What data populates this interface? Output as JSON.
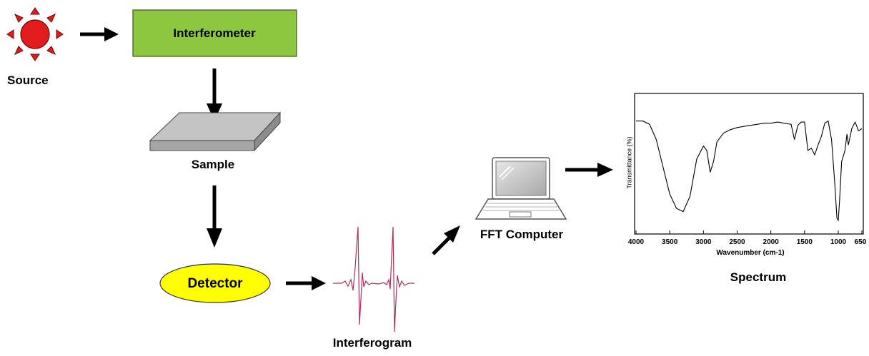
{
  "nodes": {
    "source": "Source",
    "interferometer": "Interferometer",
    "sample": "Sample",
    "detector": "Detector",
    "interferogram": "Interferogram",
    "computer": "FFT Computer",
    "spectrum": "Spectrum"
  },
  "colors": {
    "sun": "#e21c1c",
    "interferometer_fill": "#8dc63f",
    "detector_fill": "#ffff00",
    "interferogram_line": "#b0305c"
  },
  "chart_data": {
    "type": "line",
    "title": "Spectrum",
    "xlabel": "Wavenumber (cm-1)",
    "ylabel": "Transmittance (%)",
    "xlim": [
      4000,
      650
    ],
    "x_reversed": true,
    "x_ticks": [
      "4000",
      "3500",
      "3000",
      "2500",
      "2000",
      "1500",
      "1000",
      "650"
    ],
    "series": [
      {
        "x": [
          4000,
          3900,
          3800,
          3700,
          3600,
          3500,
          3400,
          3300,
          3200,
          3100,
          3000,
          2950,
          2900,
          2850,
          2800,
          2700,
          2600,
          2500,
          2400,
          2300,
          2200,
          2100,
          2000,
          1900,
          1800,
          1700,
          1650,
          1600,
          1550,
          1500,
          1450,
          1400,
          1350,
          1300,
          1250,
          1200,
          1150,
          1100,
          1050,
          1020,
          1000,
          980,
          950,
          900,
          870,
          850,
          800,
          750,
          700,
          650
        ],
        "y": [
          97,
          97,
          94,
          80,
          55,
          30,
          17,
          14,
          28,
          62,
          74,
          70,
          50,
          60,
          78,
          86,
          89,
          91,
          92,
          93,
          94,
          95,
          95,
          96,
          95,
          94,
          80,
          93,
          96,
          96,
          70,
          72,
          66,
          75,
          83,
          95,
          97,
          80,
          38,
          8,
          6,
          25,
          60,
          70,
          85,
          75,
          90,
          96,
          88,
          90
        ]
      }
    ]
  }
}
